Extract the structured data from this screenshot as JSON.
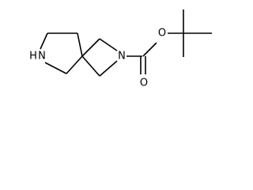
{
  "atom_labels": {
    "nitrogen_ring": "N",
    "nitrogen_amine_n": "N",
    "nitrogen_amine_h": "H",
    "oxygen_carbonyl": "O",
    "oxygen_ester": "O"
  }
}
